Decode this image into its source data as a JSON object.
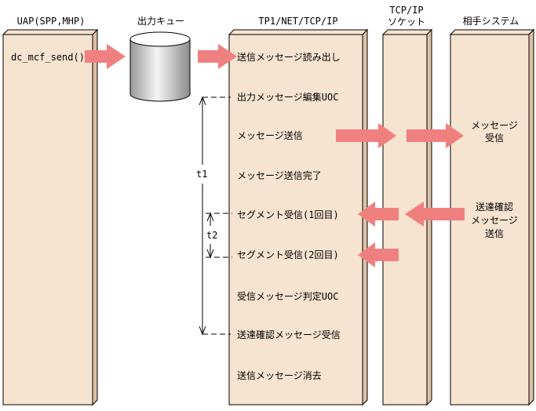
{
  "headers": {
    "uap": "UAP(SPP,MHP)",
    "queue": "出力キュー",
    "tp1": "TP1/NET/TCP/IP",
    "socket_line1": "TCP/IP",
    "socket_line2": "ソケット",
    "remote": "相手システム"
  },
  "uap": {
    "call": "dc_mcf_send()"
  },
  "tp1_steps": [
    "送信メッセージ読み出し",
    "出力メッセージ編集UOC",
    "メッセージ送信",
    "メッセージ送信完了",
    "セグメント受信(1回目)",
    "セグメント受信(2回目)",
    "受信メッセージ判定UOC",
    "送達確認メッセージ受信",
    "送信メッセージ消去"
  ],
  "remote": {
    "receive_line1": "メッセージ",
    "receive_line2": "受信",
    "ack_line1": "送達確認",
    "ack_line2": "メッセージ",
    "ack_line3": "送信"
  },
  "timing": {
    "t1": "t1",
    "t2": "t2"
  },
  "colors": {
    "box_fill": "#f6e3d0",
    "box_side": "#dcc0a6",
    "arrow": "#f08080"
  }
}
